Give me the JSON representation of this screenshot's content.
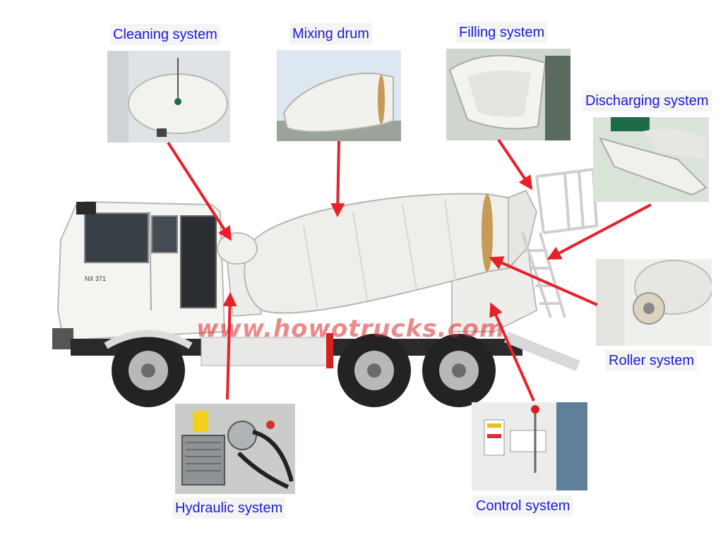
{
  "labels": {
    "cleaning": "Cleaning system",
    "mixing": "Mixing drum",
    "filling": "Filling system",
    "discharging": "Discharging system",
    "roller": "Roller system",
    "hydraulic": "Hydraulic system",
    "control": "Control system"
  },
  "truck": {
    "model_plate": "NX 371",
    "watermark": "www.howotrucks.com"
  },
  "colors": {
    "label_text": "#1a1ad6",
    "arrow": "#e8202a",
    "truck_body": "#f2f2ee",
    "drum": "#ecece8",
    "chassis": "#2a2a2a"
  }
}
